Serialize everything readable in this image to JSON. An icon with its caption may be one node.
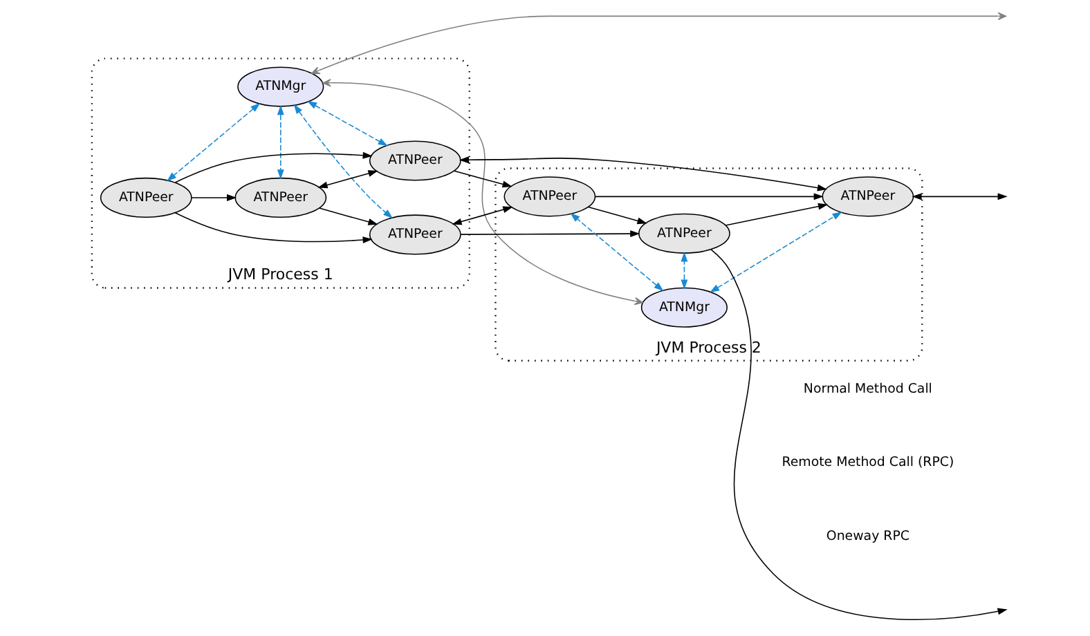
{
  "diagram": {
    "nodes": [
      {
        "text": [
          "JVM Process 1"
        ]
      },
      {
        "text": [
          "ATNMgr"
        ],
        "in": 0
      },
      {
        "text": [
          "ATNPeer"
        ],
        "in": 0
      },
      {
        "text": [
          "ATNPeer"
        ],
        "in": 0
      },
      {
        "text": [
          "ATNPeer"
        ],
        "in": 0
      },
      {
        "text": [
          "ATNPeer"
        ],
        "in": 0
      },
      {
        "text": [
          "JVM Process 2"
        ]
      },
      {
        "text": [
          "ATNMgr"
        ],
        "in": 6
      },
      {
        "text": [
          "ATNPeer"
        ],
        "in": 6
      },
      {
        "text": [
          "ATNPeer"
        ],
        "in": 6
      },
      {
        "text": [
          "ATNPeer"
        ],
        "in": 6
      }
    ],
    "edges": [
      {
        "from": 1,
        "to": null,
        "arrow": "both",
        "color": "#808080"
      },
      {
        "from": 1,
        "to": 7,
        "arrow": "both",
        "color": "#808080"
      },
      {
        "from": 1,
        "to": 2,
        "arrow": "both",
        "style": "dashed",
        "color": "#1a8ad4"
      },
      {
        "from": 1,
        "to": 4,
        "arrow": "both",
        "style": "dashed",
        "color": "#1a8ad4"
      },
      {
        "from": 1,
        "to": 5,
        "arrow": "both",
        "style": "dashed",
        "color": "#1a8ad4"
      },
      {
        "from": 1,
        "to": 3,
        "arrow": "both",
        "style": "dashed",
        "color": "#1a8ad4"
      },
      {
        "from": 2,
        "to": 3,
        "arrow": "to"
      },
      {
        "from": 2,
        "to": 4,
        "arrow": "to"
      },
      {
        "from": 2,
        "to": 5,
        "arrow": "to"
      },
      {
        "from": 4,
        "to": 3,
        "arrow": "both"
      },
      {
        "from": 4,
        "to": 5,
        "arrow": "to"
      },
      {
        "from": 3,
        "to": 9,
        "arrow": "both"
      },
      {
        "from": 3,
        "to": 8,
        "arrow": "to"
      },
      {
        "from": 5,
        "to": 8,
        "arrow": "both"
      },
      {
        "from": 5,
        "to": 10,
        "arrow": "to"
      },
      {
        "from": 7,
        "to": 8,
        "arrow": "both",
        "style": "dashed",
        "color": "#1a8ad4"
      },
      {
        "from": 7,
        "to": 10,
        "arrow": "both",
        "style": "dashed",
        "color": "#1a8ad4"
      },
      {
        "from": 7,
        "to": 9,
        "arrow": "both",
        "style": "dashed",
        "color": "#1a8ad4"
      },
      {
        "from": 8,
        "to": 9,
        "arrow": "to"
      },
      {
        "from": 8,
        "to": 10,
        "arrow": "to"
      },
      {
        "from": 10,
        "to": 9,
        "arrow": "to"
      },
      {
        "from": 9,
        "to": null,
        "arrow": "both"
      },
      {
        "from": 10,
        "to": null,
        "arrow": "to"
      }
    ],
    "legend": [
      {
        "text": "Normal Method Call"
      },
      {
        "text": "Remote Method Call (RPC)"
      },
      {
        "text": "Oneway RPC"
      }
    ]
  }
}
